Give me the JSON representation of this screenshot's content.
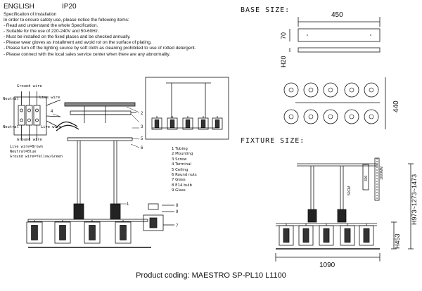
{
  "header": {
    "language": "ENGLISH",
    "ip_rating": "IP20"
  },
  "specification": {
    "title": "Specification of installation",
    "instructions": [
      "In order to ensure safety use, please notice the following items:",
      "- Read and understand the whole Specification.",
      "- Suitable for the use of 220-240V and 50-60Hz.",
      "- Must be installed on the fixed places and be checked annually.",
      "- Please wear gloves as installment and avoid rot on the surface of plating.",
      "- Please turn off the lighting source by soft cloth as cleaning prohibited to use of rotted detergent.",
      "- Please connect with the local sales service center when there are any abnormality."
    ]
  },
  "wiring": {
    "ground_top": "Ground wire",
    "live_top": "Live wire",
    "neutral_top": "Neutral",
    "neutral_bottom": "Neutral",
    "live_bottom": "Live wire",
    "ground_bottom": "Ground wire",
    "notes": [
      "Live wire=Brown",
      "Neutral=Blue",
      "Ground wire=Yellow/Green"
    ]
  },
  "part_callouts": [
    "1",
    "2",
    "3",
    "4",
    "5",
    "6",
    "7",
    "8",
    "9"
  ],
  "parts": [
    "1 Tubing",
    "2 Mounting",
    "3 Screw",
    "4 Terminal",
    "5 Ceiling",
    "6 Round nuts",
    "7 Glass",
    "8 E14 bulb",
    "9 Glass"
  ],
  "base": {
    "title": "BASE SIZE:",
    "width": "450",
    "thickness": "70",
    "height": "H20",
    "depth": "440"
  },
  "fixture": {
    "title": "FIXTURE SIZE:",
    "width": "1090",
    "h1": "H453",
    "h2": "H973~1273~1473",
    "rod": "300",
    "rod2": "50CM",
    "chain": "1000MM"
  },
  "footer": {
    "product_coding": "Product coding: MAESTRO SP-PL10 L1100"
  }
}
